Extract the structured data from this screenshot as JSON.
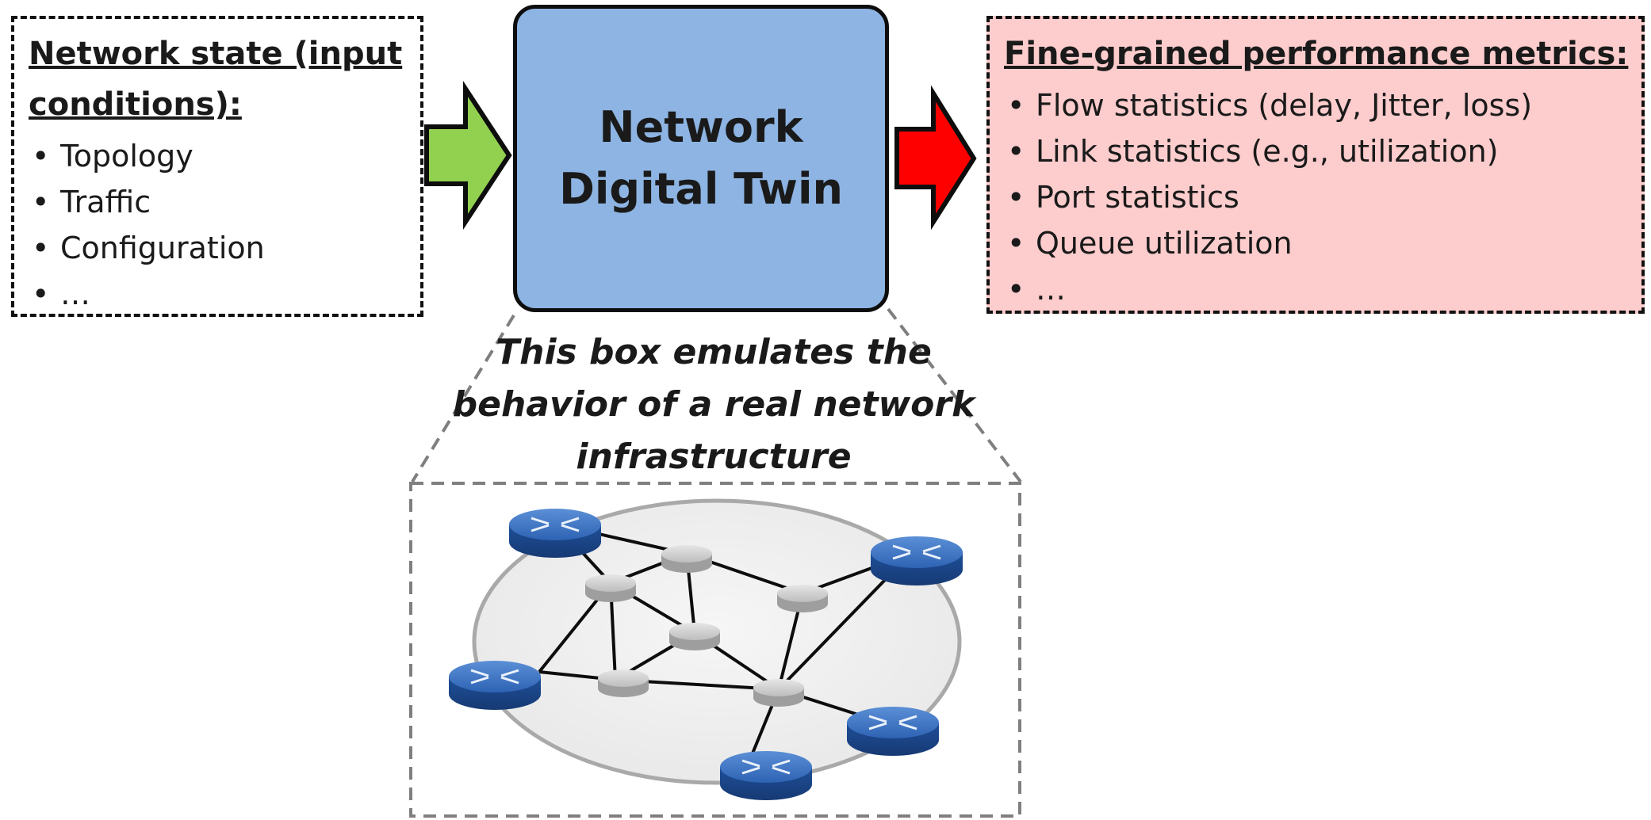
{
  "input_panel": {
    "title": "Network state (input conditions):",
    "items": [
      "Topology",
      "Traffic",
      "Configuration",
      "…"
    ]
  },
  "center_box": {
    "title": "Network Digital Twin",
    "color": "#8db4e2"
  },
  "output_panel": {
    "title": "Fine-grained performance metrics:",
    "items": [
      "Flow statistics (delay, Jitter, loss)",
      "Link statistics (e.g., utilization)",
      "Port statistics",
      "Queue utilization",
      "…"
    ],
    "color": "#fdcccc"
  },
  "caption": "This box emulates the behavior of a real network infrastructure",
  "arrows": {
    "input_color": "#92d050",
    "output_color": "#ff0000"
  },
  "network": {
    "core_router_icon": "router-icon-blue",
    "internal_router_icon": "router-icon-grey"
  }
}
